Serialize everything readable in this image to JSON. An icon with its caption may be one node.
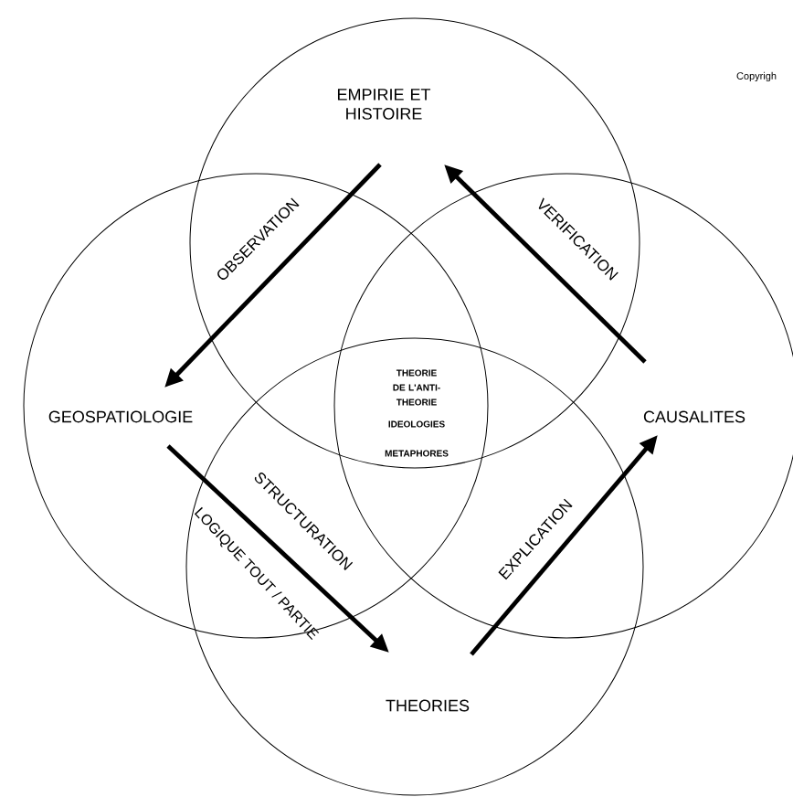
{
  "diagram": {
    "nodes": [
      {
        "text": [
          "EMPIRIE ET HISTOIRE"
        ]
      },
      {
        "text": [
          "GEOSPATIOLOGIE"
        ]
      },
      {
        "text": [
          "CAUSALITES"
        ]
      },
      {
        "text": [
          "THEORIES"
        ]
      }
    ],
    "edges": [
      {
        "from": 0,
        "to": 1,
        "arrow": "to",
        "label": "OBSERVATION"
      },
      {
        "from": 2,
        "to": 0,
        "arrow": "to",
        "label": "VERIFICATION"
      },
      {
        "from": 1,
        "to": 3,
        "arrow": "to",
        "label": "STRUCTURATION"
      },
      {
        "from": 3,
        "to": 2,
        "arrow": "to",
        "label": "EXPLICATION"
      }
    ],
    "labels": [
      "Copyrigh",
      "THEORIE DE L'ANTI-THEORIE",
      "IDEOLOGIES",
      "METAPHORES",
      "LOGIQUE TOUT / PARTIE"
    ]
  }
}
